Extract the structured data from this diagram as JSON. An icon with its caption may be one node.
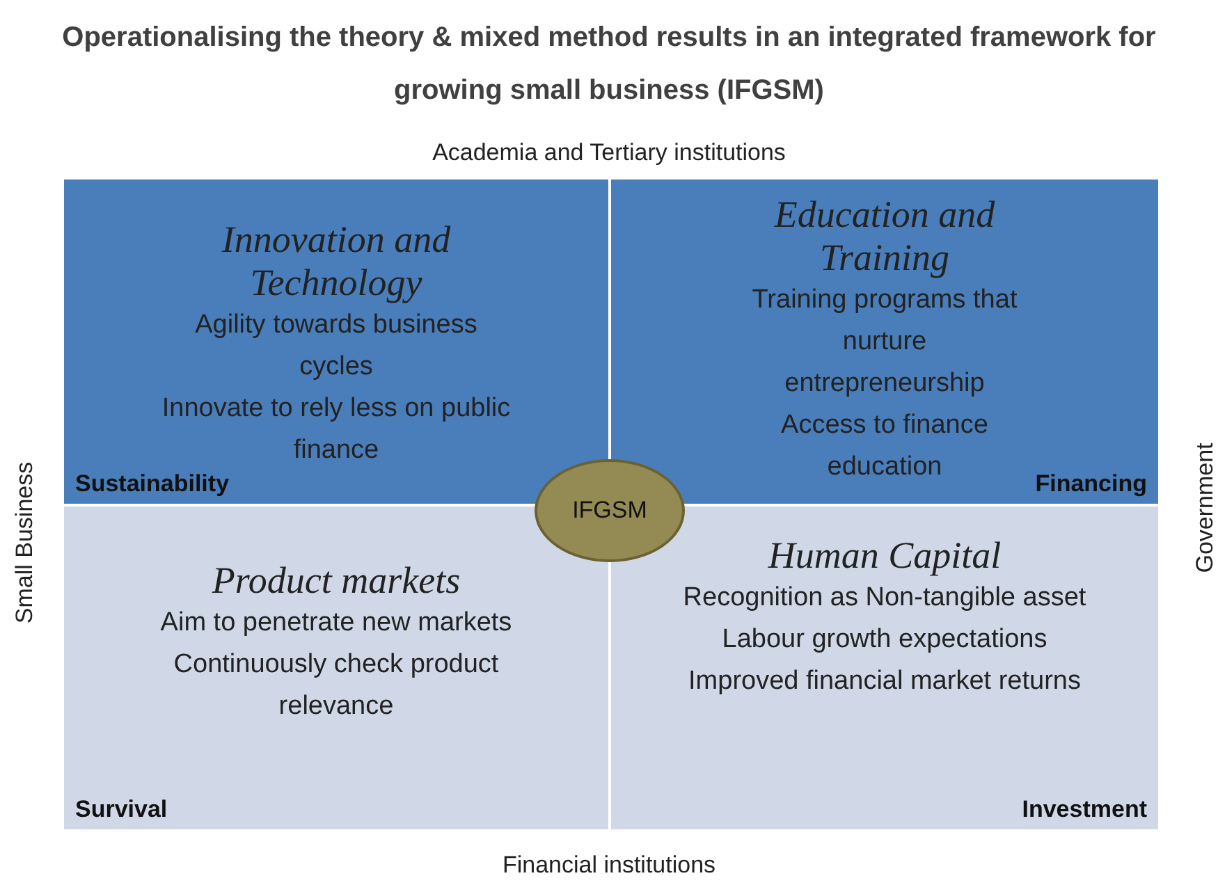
{
  "diagram": {
    "title": "Operationalising the theory & mixed method results in an integrated framework for growing small business (IFGSM)",
    "nodes": [
      {
        "text": [
          "Innovation and Technology",
          "Agility towards business cycles",
          "Innovate to rely less on public finance",
          "Sustainability"
        ]
      },
      {
        "text": [
          "Education and Training",
          "Training programs that nurture entrepreneurship",
          "Access to finance education",
          "Financing"
        ]
      },
      {
        "text": [
          "Product markets",
          "Aim to penetrate new markets",
          "Continuously check product relevance",
          "Survival"
        ]
      },
      {
        "text": [
          "Human Capital",
          "Recognition as Non-tangible asset",
          "Labour growth expectations",
          "Improved financial market returns",
          "Investment"
        ]
      },
      {
        "text": [
          "IFGSM"
        ]
      }
    ],
    "labels": [
      "Academia and Tertiary institutions",
      "Small Business",
      "Government",
      "Financial institutions"
    ]
  }
}
